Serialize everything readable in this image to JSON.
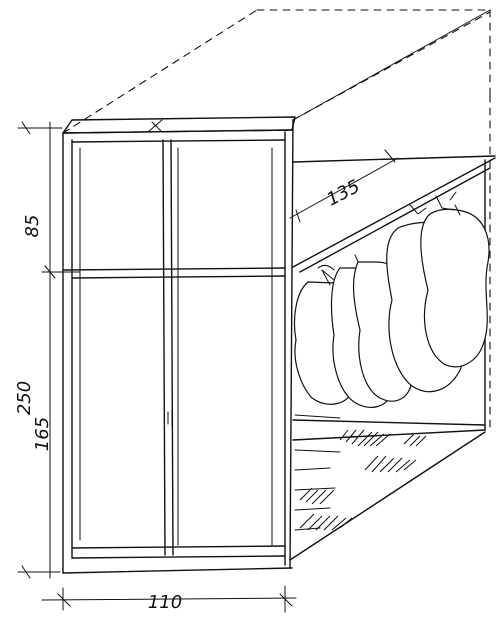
{
  "dimensions": {
    "top_height": "85",
    "total_height": "250",
    "lower_height": "165",
    "width": "110",
    "depth": "135"
  }
}
